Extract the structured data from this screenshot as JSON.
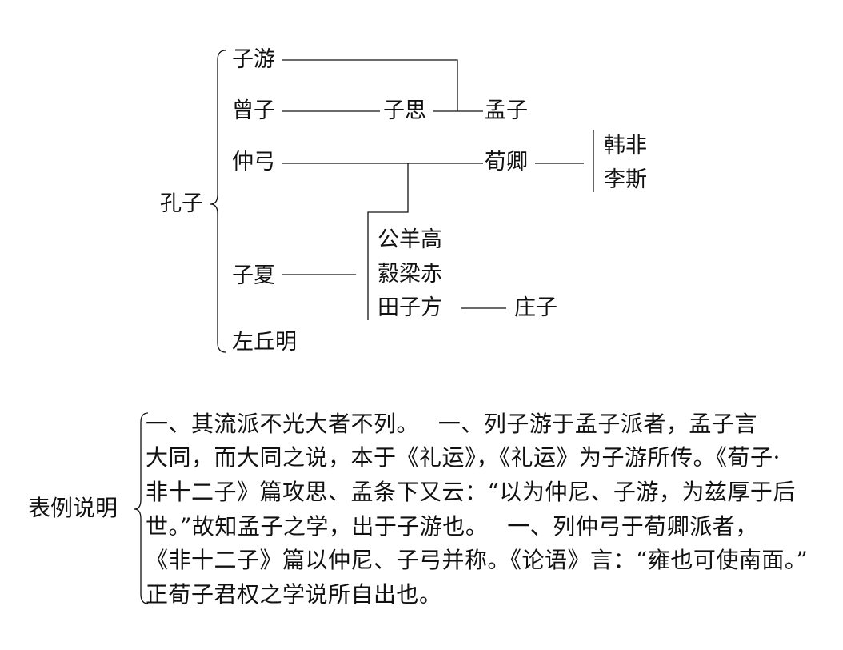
{
  "tree": {
    "root": "孔子",
    "disciples": [
      "子游",
      "曾子",
      "仲弓",
      "子夏",
      "左丘明"
    ],
    "zisi": "子思",
    "mengzi": "孟子",
    "xunqing": "荀卿",
    "xun_students": [
      "韩非",
      "李斯"
    ],
    "zixia_students": [
      "公羊高",
      "縠梁赤",
      "田子方"
    ],
    "zhuangzi": "庄子"
  },
  "notes": {
    "title": "表例说明",
    "lines": [
      "一、其流派不光大者不列。　 一、列子游于孟子派者，孟子言",
      "大同，而大同之说，本于《礼运》，《礼运》为子游所传。《荀子·",
      "非十二子》篇攻思、孟条下又云：“以为仲尼、子游，为兹厚于后",
      "世。”故知孟子之学，出于子游也。　 一、列仲弓于荀卿派者，",
      "《非十二子》篇以仲尼、子弓并称。《论语》言：“雍也可使南面。”",
      "正荀子君权之学说所自出也。"
    ]
  }
}
